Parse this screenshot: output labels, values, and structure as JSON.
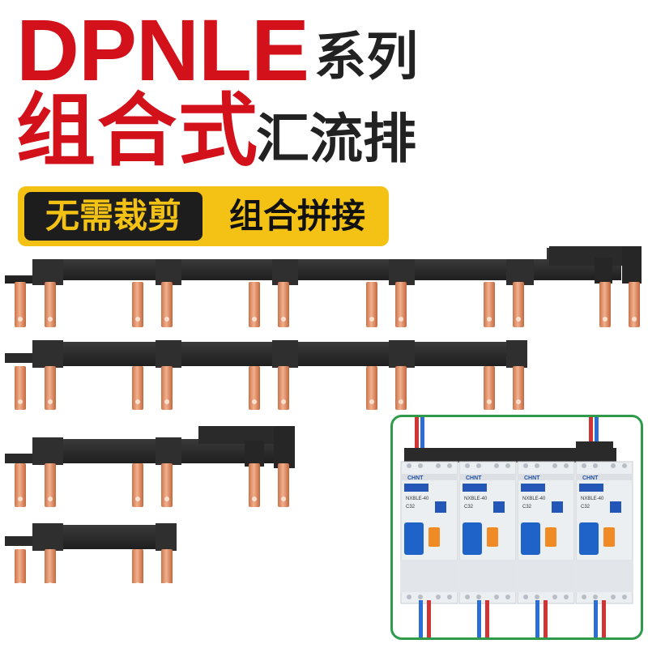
{
  "title": {
    "brand": "DPNLE",
    "brand_suffix": "系列",
    "main": "组合式",
    "main_suffix": "汇流排"
  },
  "tags": {
    "left": "无需裁剪",
    "right": "组合拼接"
  },
  "photo": {
    "breaker_brand": "CHNT",
    "breaker_model": "NXBLE-40",
    "breaker_rating": "C32"
  },
  "colors": {
    "brand_red": "#d2111b",
    "tag_yellow": "#f4c214",
    "busbar_black": "#2b2b2b",
    "copper": "#e49a72",
    "photo_border_green": "#2e9a4a"
  }
}
